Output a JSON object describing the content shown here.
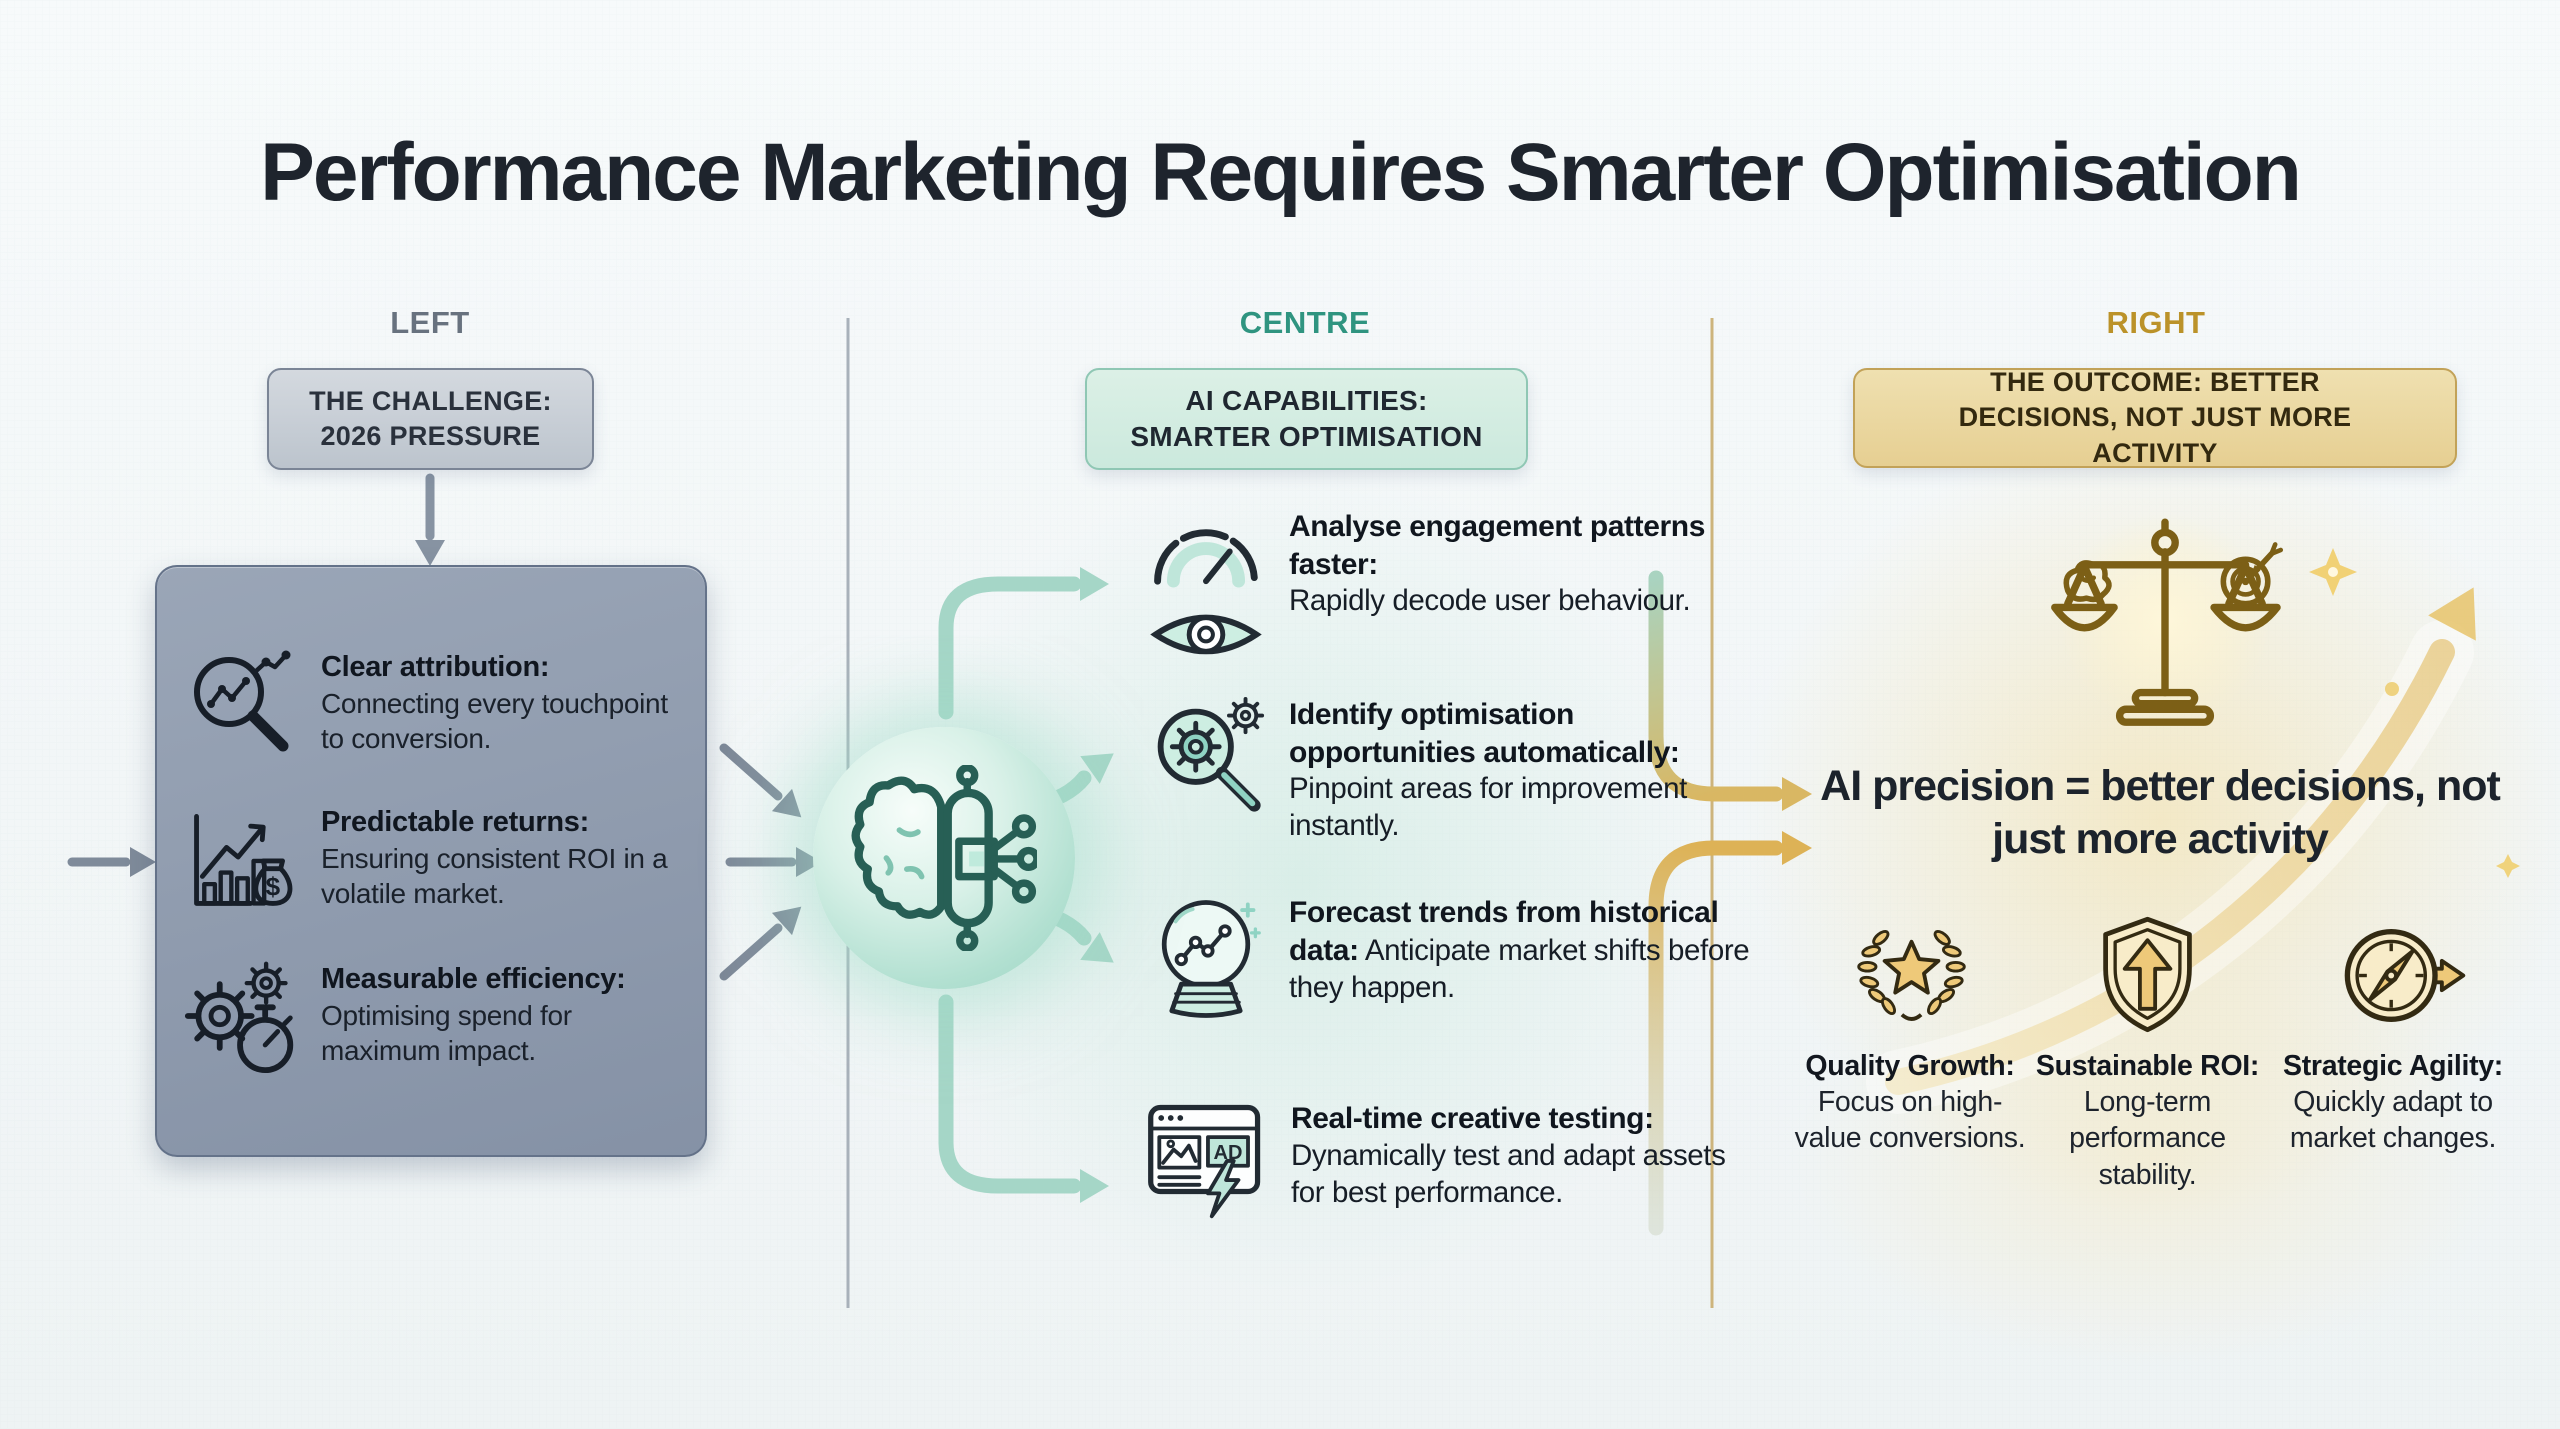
{
  "title": "Performance Marketing Requires Smarter Optimisation",
  "left": {
    "label": "LEFT",
    "header": "THE CHALLENGE: 2026 PRESSURE",
    "items": [
      {
        "icon": "magnifier-analytics-icon",
        "title": "Clear attribution:",
        "desc": "Connecting every touchpoint to conversion."
      },
      {
        "icon": "growth-chart-money-icon",
        "title": "Predictable returns:",
        "desc": "Ensuring consistent ROI in a volatile market."
      },
      {
        "icon": "gears-stopwatch-icon",
        "title": "Measurable efficiency:",
        "desc": "Optimising spend for maximum impact."
      }
    ]
  },
  "centre": {
    "label": "CENTRE",
    "header": "AI CAPABILITIES: SMARTER OPTIMISATION",
    "items": [
      {
        "icon": "gauge-eye-icon",
        "title": "Analyse engagement patterns faster:",
        "desc": "Rapidly decode user behaviour."
      },
      {
        "icon": "magnifier-gear-icon",
        "title": "Identify optimisation opportunities automatically:",
        "desc": "Pinpoint areas for improvement instantly."
      },
      {
        "icon": "crystal-ball-icon",
        "title": "Forecast trends from historical data:",
        "desc": "Anticipate market shifts before they happen."
      },
      {
        "icon": "ad-testing-icon",
        "title": "Real-time creative testing:",
        "desc": "Dynamically test and adapt assets for best performance."
      }
    ],
    "ad_badge": "AD"
  },
  "right": {
    "label": "RIGHT",
    "header": "THE OUTCOME: BETTER DECISIONS, NOT JUST MORE ACTIVITY",
    "statement": "AI precision = better decisions, not just more activity",
    "items": [
      {
        "icon": "laurel-star-icon",
        "title": "Quality Growth:",
        "desc": "Focus on high-value conversions."
      },
      {
        "icon": "shield-arrow-icon",
        "title": "Sustainable ROI:",
        "desc": "Long-term performance stability."
      },
      {
        "icon": "compass-arrow-icon",
        "title": "Strategic Agility:",
        "desc": "Quickly adapt to market changes."
      }
    ]
  },
  "symbols": {
    "dollar": "$"
  },
  "colors": {
    "slate_panel": "#8d99ac",
    "slate_border": "#5f6e85",
    "gray_arrow": "#7f8b9a",
    "teal_accent": "#2f9480",
    "teal_arrow": "#a5d6c7",
    "teal_fill": "#bfe6da",
    "gold_accent": "#bb9229",
    "gold_arrow": "#d9b763",
    "gold_fill": "#eec979",
    "ink": "#1b222c"
  }
}
